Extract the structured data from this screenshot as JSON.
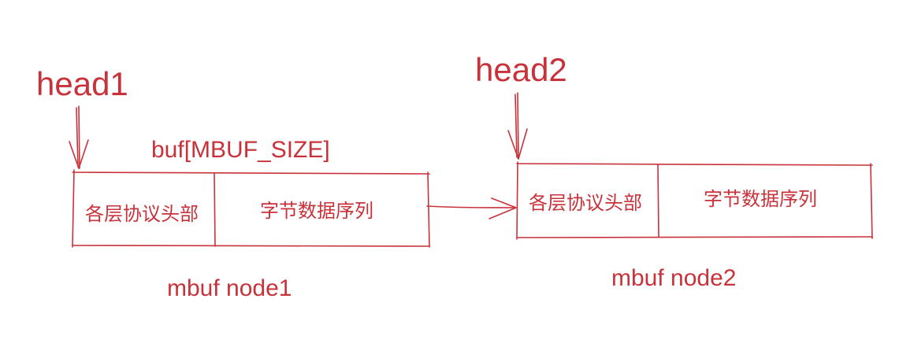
{
  "colors": {
    "ink": "#c8323a",
    "background": "#ffffff"
  },
  "pointers": {
    "head1": "head1",
    "head2": "head2"
  },
  "buffer_label": "buf[MBUF_SIZE]",
  "node1": {
    "header_cell": "各层协议头部",
    "data_cell": "字节数据序列",
    "caption": "mbuf node1"
  },
  "node2": {
    "header_cell": "各层协议头部",
    "data_cell": "字节数据序列",
    "caption": "mbuf node2"
  }
}
